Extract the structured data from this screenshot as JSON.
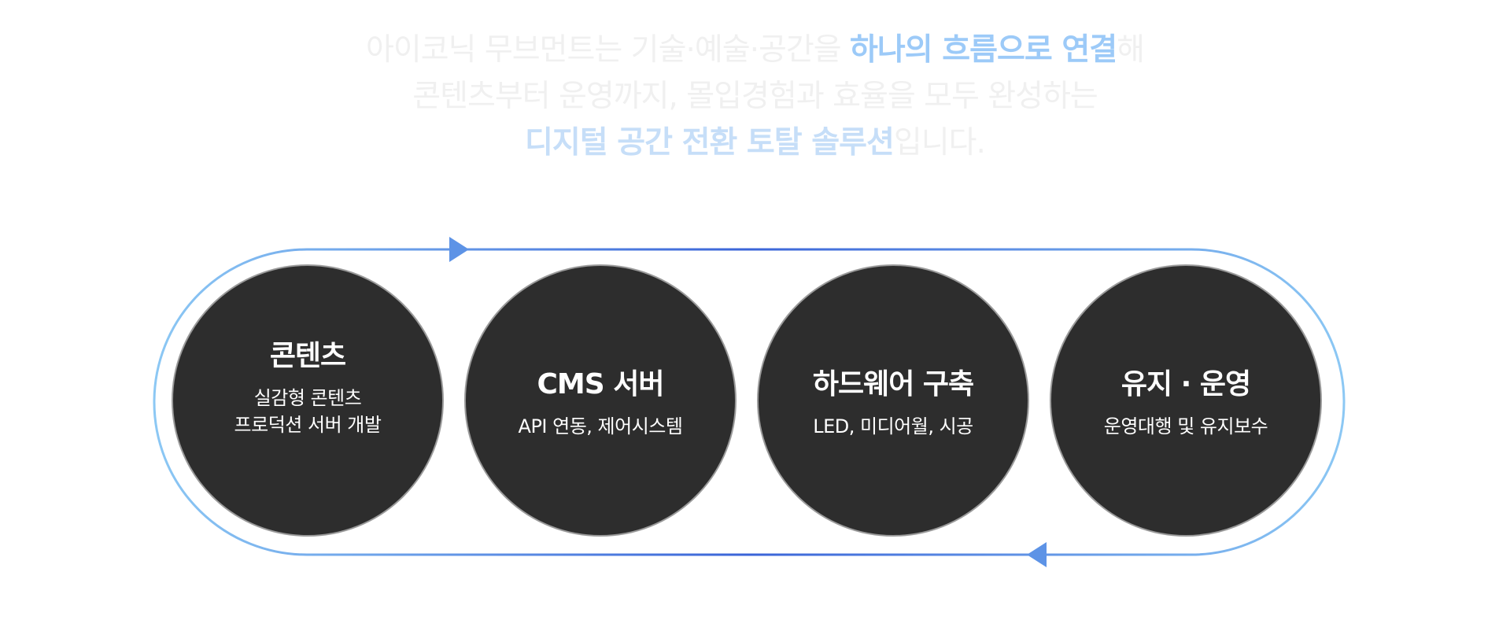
{
  "intro": {
    "line1": {
      "text": "아이코닉 무브먼트는 기술·예술·공간을 ",
      "highlight": "하나의 흐름으로 연결",
      "suffix": "해"
    },
    "line2": {
      "text": "콘텐츠부터 운영까지, 몰입경험과 효율을 모두 완성하는"
    },
    "line3": {
      "highlight": "디지털 공간 전환 토탈 솔루션",
      "suffix": "입니다."
    }
  },
  "flow": {
    "accent_start": "#8cc8f4",
    "accent_mid": "#3a64d8",
    "arrow_color": "#5d93e6",
    "nodes": [
      {
        "title": "콘텐츠",
        "desc": [
          "실감형 콘텐츠",
          "프로덕션 서버 개발"
        ]
      },
      {
        "title": "CMS 서버",
        "desc": [
          "API 연동, 제어시스템"
        ]
      },
      {
        "title": "하드웨어 구축",
        "desc": [
          "LED, 미디어월, 시공"
        ]
      },
      {
        "title": "유지 · 운영",
        "desc": [
          "운영대행 및 유지보수"
        ]
      }
    ]
  }
}
